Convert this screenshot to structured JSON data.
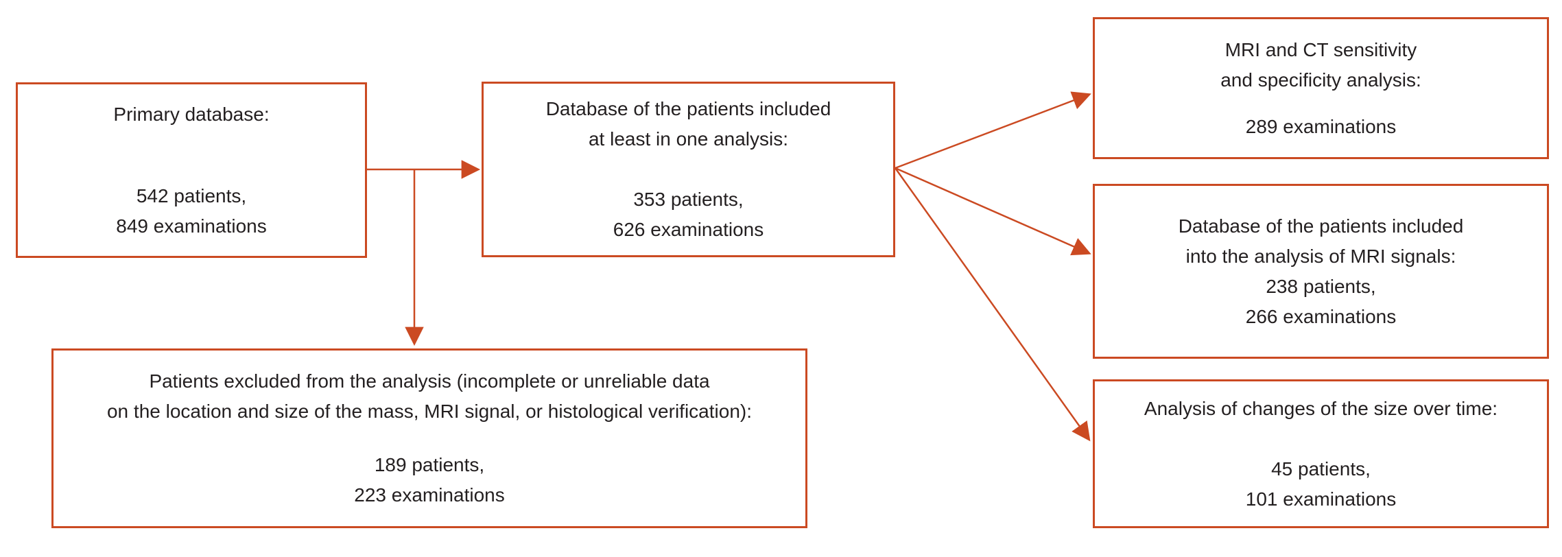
{
  "accent_color": "#CB4A22",
  "text_color": "#231F20",
  "background_color": "#ffffff",
  "diagram_type": "patient-flow-chart",
  "boxes": {
    "primary": {
      "title_lines": [
        "Primary database:"
      ],
      "count_lines": [
        "542 patients,",
        "849 examinations"
      ]
    },
    "included": {
      "title_lines": [
        "Database of the patients included",
        "at least in one analysis:"
      ],
      "count_lines": [
        "353 patients,",
        "626 examinations"
      ]
    },
    "excluded": {
      "title_lines": [
        "Patients excluded from the analysis (incomplete or unreliable data",
        "on the location and size of the mass, MRI signal, or histological verification):"
      ],
      "count_lines": [
        "189 patients,",
        "223 examinations"
      ]
    },
    "sensitivity": {
      "title_lines": [
        "MRI and CT sensitivity",
        "and specificity analysis:"
      ],
      "count_lines": [
        "289 examinations"
      ]
    },
    "mri_signals": {
      "title_lines": [
        "Database of the patients included",
        "into the analysis of MRI signals:"
      ],
      "count_lines": [
        "238 patients,",
        "266 examinations"
      ]
    },
    "size_changes": {
      "title_lines": [
        "Analysis of changes of the size over time:"
      ],
      "count_lines": [
        "45 patients,",
        "101 examinations"
      ]
    }
  },
  "connections": [
    {
      "from": "primary",
      "to": "included"
    },
    {
      "from": "primary-included-connector",
      "to": "excluded"
    },
    {
      "from": "included",
      "to": "sensitivity"
    },
    {
      "from": "included",
      "to": "mri_signals"
    },
    {
      "from": "included",
      "to": "size_changes"
    }
  ]
}
